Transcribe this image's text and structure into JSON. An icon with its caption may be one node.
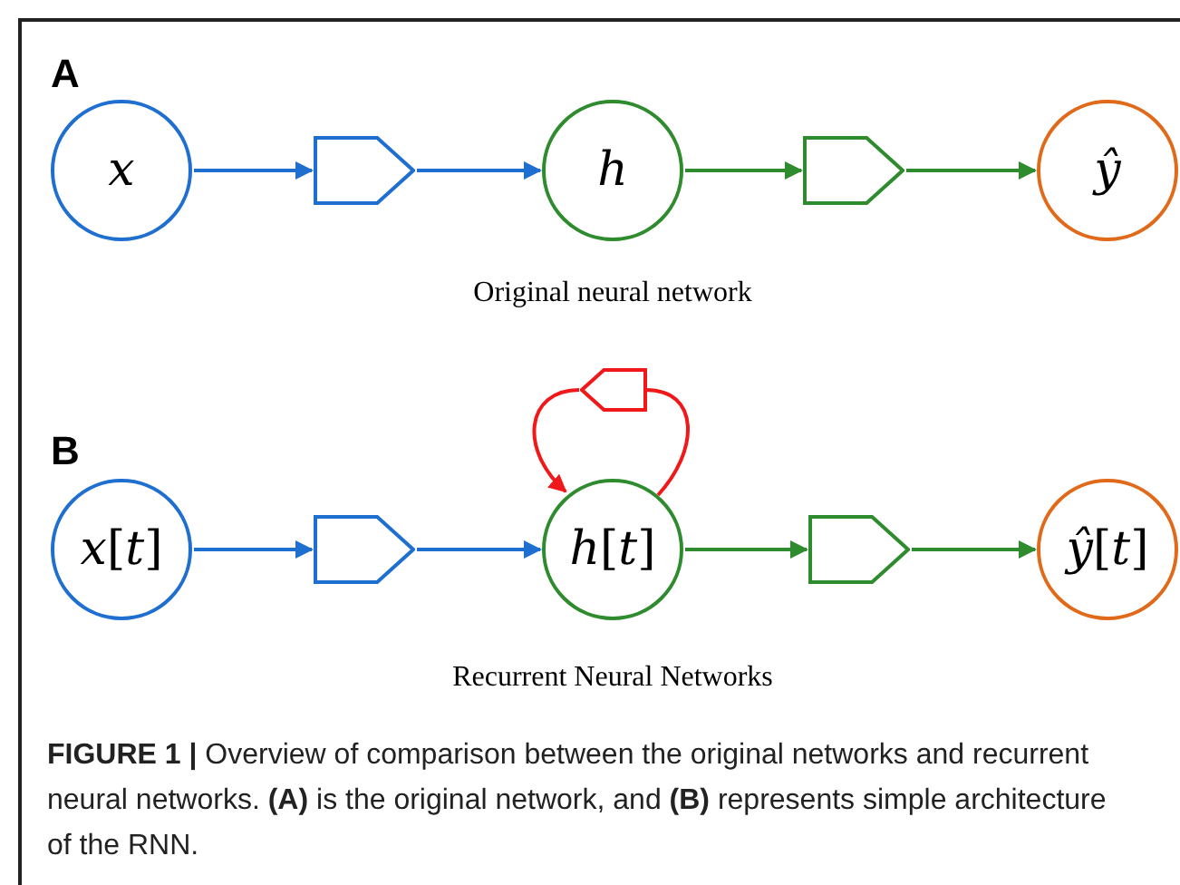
{
  "diagram": {
    "caption": "**FIGURE 1 |** Overview of comparison between the original networks and recurrent neural networks. **(A)** is the original network, and **(B)** represents simple architecture of the RNN.",
    "nodes": [
      {
        "text": [
          "*x*"
        ]
      },
      {
        "text": [],
        "shape": "pentagon"
      },
      {
        "text": [
          "*h*"
        ]
      },
      {
        "text": [],
        "shape": "pentagon"
      },
      {
        "text": [
          "*ŷ*"
        ]
      },
      {
        "text": [],
        "shape": "pentagon"
      },
      {
        "text": [
          "*x*[*t*]"
        ]
      },
      {
        "text": [],
        "shape": "pentagon"
      },
      {
        "text": [
          "*h*[*t*]"
        ]
      },
      {
        "text": [],
        "shape": "pentagon"
      },
      {
        "text": [
          "*ŷ*[*t*]"
        ]
      }
    ],
    "edges": [
      {
        "from": 0,
        "to": 1,
        "arrow": "to",
        "color": "#1f6fd1"
      },
      {
        "from": 1,
        "to": 2,
        "arrow": "to",
        "color": "#1f6fd1"
      },
      {
        "from": 2,
        "to": 3,
        "arrow": "to",
        "color": "#2e8b2e"
      },
      {
        "from": 3,
        "to": 4,
        "arrow": "to",
        "color": "#2e8b2e"
      },
      {
        "from": 8,
        "to": 5,
        "arrow": "none",
        "color": "#f01818"
      },
      {
        "from": 5,
        "to": 8,
        "arrow": "to",
        "color": "#f01818"
      },
      {
        "from": 6,
        "to": 7,
        "arrow": "to",
        "color": "#1f6fd1"
      },
      {
        "from": 7,
        "to": 8,
        "arrow": "to",
        "color": "#1f6fd1"
      },
      {
        "from": 8,
        "to": 9,
        "arrow": "to",
        "color": "#2e8b2e"
      },
      {
        "from": 9,
        "to": 10,
        "arrow": "to",
        "color": "#2e8b2e"
      }
    ],
    "labels": [
      "A",
      "Original neural network",
      "B",
      "Recurrent Neural Networks"
    ]
  }
}
